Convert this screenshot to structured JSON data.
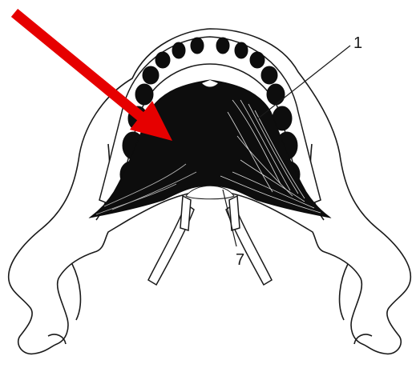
{
  "figure": {
    "labels": [
      {
        "id": "label-1",
        "text": "1"
      },
      {
        "id": "label-7",
        "text": "7"
      }
    ],
    "annotation": {
      "type": "arrow",
      "color": "#e60000"
    },
    "line_color": "#1a1a1a",
    "muscle_fill": "#0d0d0d"
  }
}
